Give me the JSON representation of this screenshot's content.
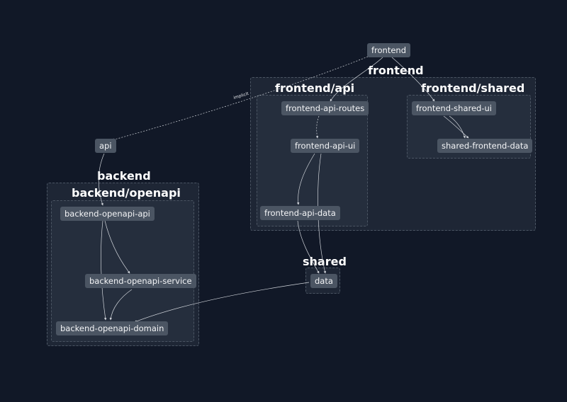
{
  "groups": {
    "frontend": "frontend",
    "frontend_api": "frontend/api",
    "frontend_shared": "frontend/shared",
    "backend": "backend",
    "backend_openapi": "backend/openapi",
    "shared": "shared"
  },
  "nodes": {
    "frontend": "frontend",
    "frontend_api_routes": "frontend-api-routes",
    "frontend_api_ui": "frontend-api-ui",
    "frontend_api_data": "frontend-api-data",
    "frontend_shared_ui": "frontend-shared-ui",
    "shared_frontend_data": "shared-frontend-data",
    "api": "api",
    "backend_openapi_api": "backend-openapi-api",
    "backend_openapi_service": "backend-openapi-service",
    "backend_openapi_domain": "backend-openapi-domain",
    "data": "data"
  },
  "edges": [
    {
      "from": "frontend",
      "to": "api",
      "label": "implicit",
      "style": "dashed"
    },
    {
      "from": "frontend",
      "to": "frontend-api-routes",
      "style": "solid"
    },
    {
      "from": "frontend",
      "to": "frontend-shared-ui",
      "style": "solid"
    },
    {
      "from": "frontend-api-routes",
      "to": "frontend-api-ui",
      "style": "dashed"
    },
    {
      "from": "frontend-api-ui",
      "to": "frontend-api-data",
      "style": "solid"
    },
    {
      "from": "frontend-api-ui",
      "to": "data",
      "style": "solid"
    },
    {
      "from": "frontend-api-data",
      "to": "data",
      "style": "solid"
    },
    {
      "from": "frontend-shared-ui",
      "to": "shared-frontend-data",
      "style": "solid"
    },
    {
      "from": "api",
      "to": "backend-openapi-api",
      "style": "solid"
    },
    {
      "from": "backend-openapi-api",
      "to": "backend-openapi-service",
      "style": "solid"
    },
    {
      "from": "backend-openapi-api",
      "to": "backend-openapi-domain",
      "style": "solid"
    },
    {
      "from": "backend-openapi-service",
      "to": "backend-openapi-domain",
      "style": "solid"
    },
    {
      "from": "data",
      "to": "backend-openapi-domain",
      "style": "solid"
    }
  ]
}
